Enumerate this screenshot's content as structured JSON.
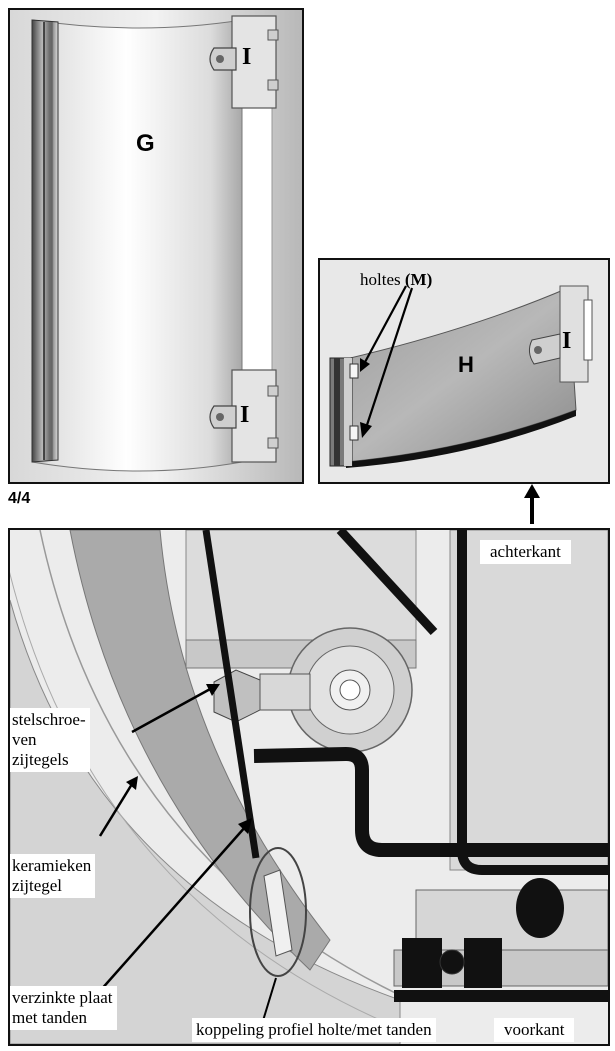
{
  "panel_g": {
    "part_letter": "G",
    "hinge_top_letter": "I",
    "hinge_bottom_letter": "I"
  },
  "panel_h": {
    "part_letter": "H",
    "hinge_letter": "I",
    "callout": "holtes",
    "callout_ref": "(M)"
  },
  "step_label": "4/4",
  "labels": {
    "back": "achterkant",
    "front": "voorkant",
    "screws_line1": "stelschroe-",
    "screws_line2": "ven",
    "screws_line3": "zijtegels",
    "ceramic_line1": "keramieken",
    "ceramic_line2": "zijtegel",
    "plate_line1": "verzinkte plaat",
    "plate_line2": "met tanden",
    "coupling": "koppeling profiel holte/met tanden"
  }
}
